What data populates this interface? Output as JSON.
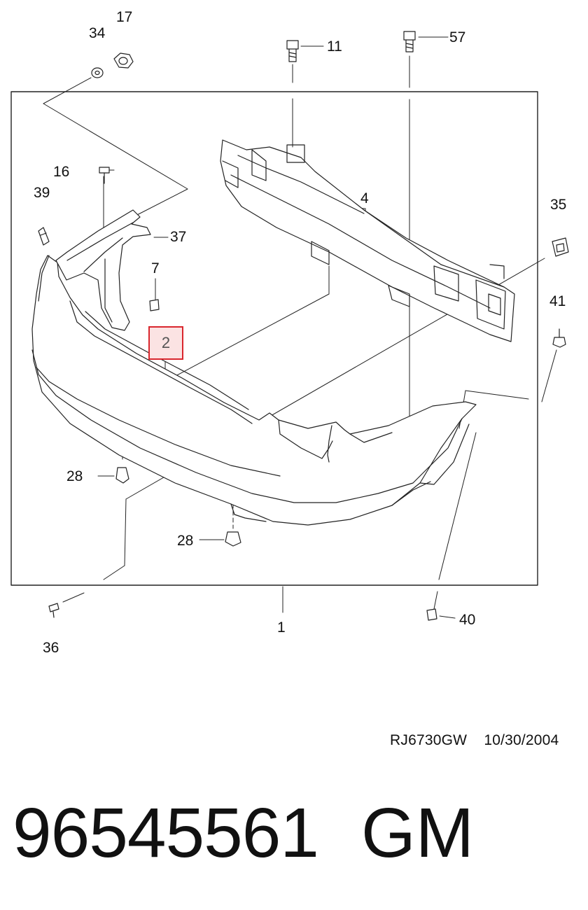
{
  "diagram": {
    "callouts": {
      "c1": "1",
      "c2": "2",
      "c4": "4",
      "c7": "7",
      "c11": "11",
      "c16": "16",
      "c17": "17",
      "c28a": "28",
      "c28b": "28",
      "c34": "34",
      "c35": "35",
      "c36": "36",
      "c37": "37",
      "c39": "39",
      "c40": "40",
      "c41": "41",
      "c57": "57"
    },
    "highlighted_callout": "2",
    "drawing_code": "RJ6730GW",
    "drawing_date": "10/30/2004"
  },
  "footer": {
    "part_number": "96545561",
    "brand": "GM"
  },
  "colors": {
    "highlight_border": "#d9262d",
    "highlight_fill": "#fbe3e3",
    "line": "#222222"
  },
  "icons": [
    "bolt-icon",
    "nut-icon",
    "washer-icon",
    "clip-icon",
    "screw-icon",
    "retainer-icon"
  ]
}
